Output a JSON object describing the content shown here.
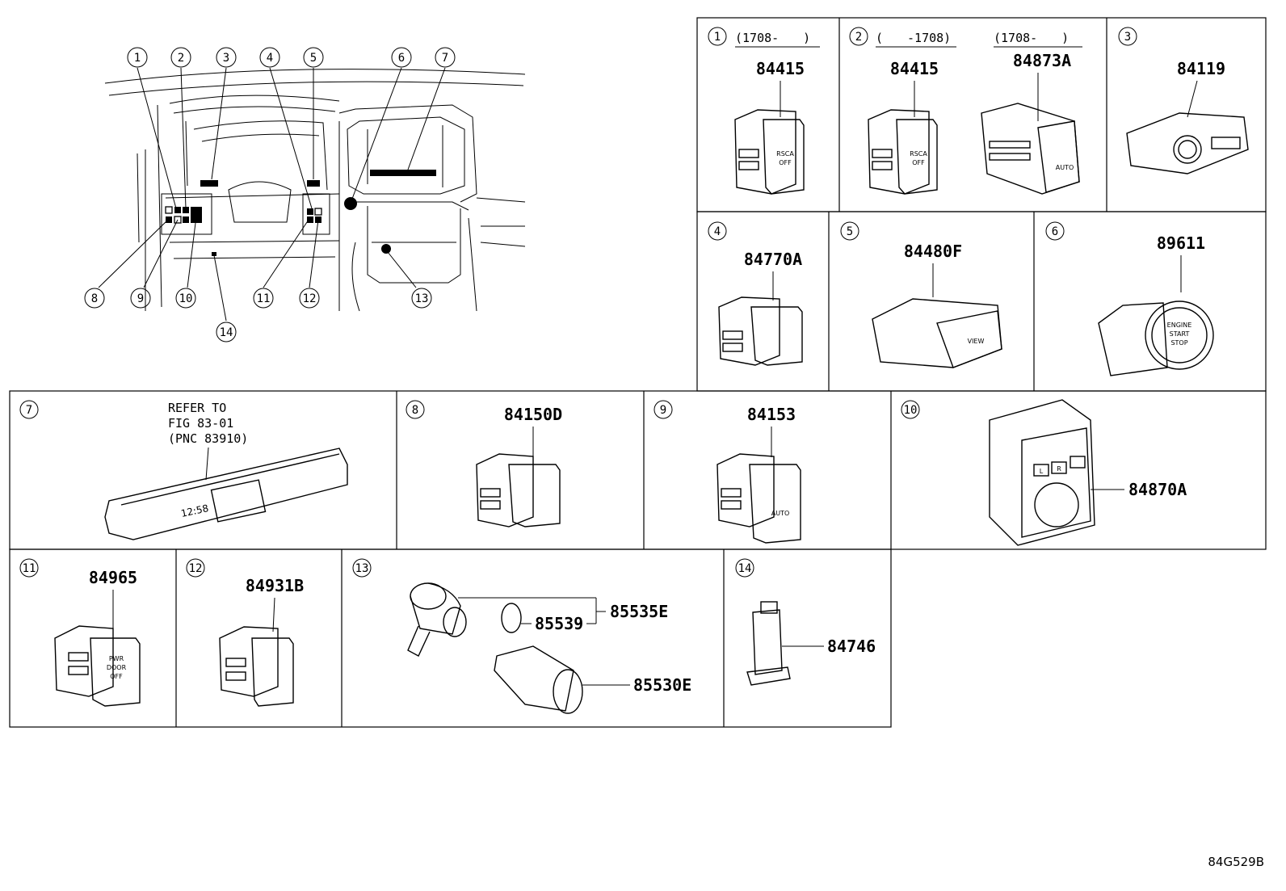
{
  "diagram_id": "84G529B",
  "colors": {
    "line": "#000000",
    "background": "#ffffff"
  },
  "dash_callouts": [
    "1",
    "2",
    "3",
    "4",
    "5",
    "6",
    "7",
    "8",
    "9",
    "10",
    "11",
    "12",
    "13",
    "14"
  ],
  "panels": {
    "p1": {
      "num": "1",
      "range": "(1708-　　)",
      "parts": [
        "84415"
      ],
      "labels": [
        "RSCA",
        "OFF"
      ]
    },
    "p2": {
      "num": "2",
      "range_a": "(　　-1708)",
      "range_b": "(1708-　　)",
      "parts": [
        "84415",
        "84873A"
      ],
      "labels": [
        "RSCA",
        "OFF",
        "AUTO"
      ]
    },
    "p3": {
      "num": "3",
      "parts": [
        "84119"
      ]
    },
    "p4": {
      "num": "4",
      "parts": [
        "84770A"
      ]
    },
    "p5": {
      "num": "5",
      "parts": [
        "84480F"
      ],
      "labels": [
        "VIEW"
      ]
    },
    "p6": {
      "num": "6",
      "parts": [
        "89611"
      ],
      "labels": [
        "ENGINE",
        "START",
        "STOP"
      ]
    },
    "p7": {
      "num": "7",
      "ref_lines": [
        "REFER TO",
        "FIG 83-01",
        "(PNC 83910)"
      ],
      "clock": "12:58"
    },
    "p8": {
      "num": "8",
      "parts": [
        "84150D"
      ]
    },
    "p9": {
      "num": "9",
      "parts": [
        "84153"
      ],
      "labels": [
        "AUTO"
      ]
    },
    "p10": {
      "num": "10",
      "parts": [
        "84870A"
      ],
      "labels": [
        "L",
        "R"
      ]
    },
    "p11": {
      "num": "11",
      "parts": [
        "84965"
      ],
      "labels": [
        "PWR",
        "DOOR",
        "OFF"
      ]
    },
    "p12": {
      "num": "12",
      "parts": [
        "84931B"
      ]
    },
    "p13": {
      "num": "13",
      "parts": [
        "85535E",
        "85539",
        "85530E"
      ]
    },
    "p14": {
      "num": "14",
      "parts": [
        "84746"
      ]
    }
  }
}
